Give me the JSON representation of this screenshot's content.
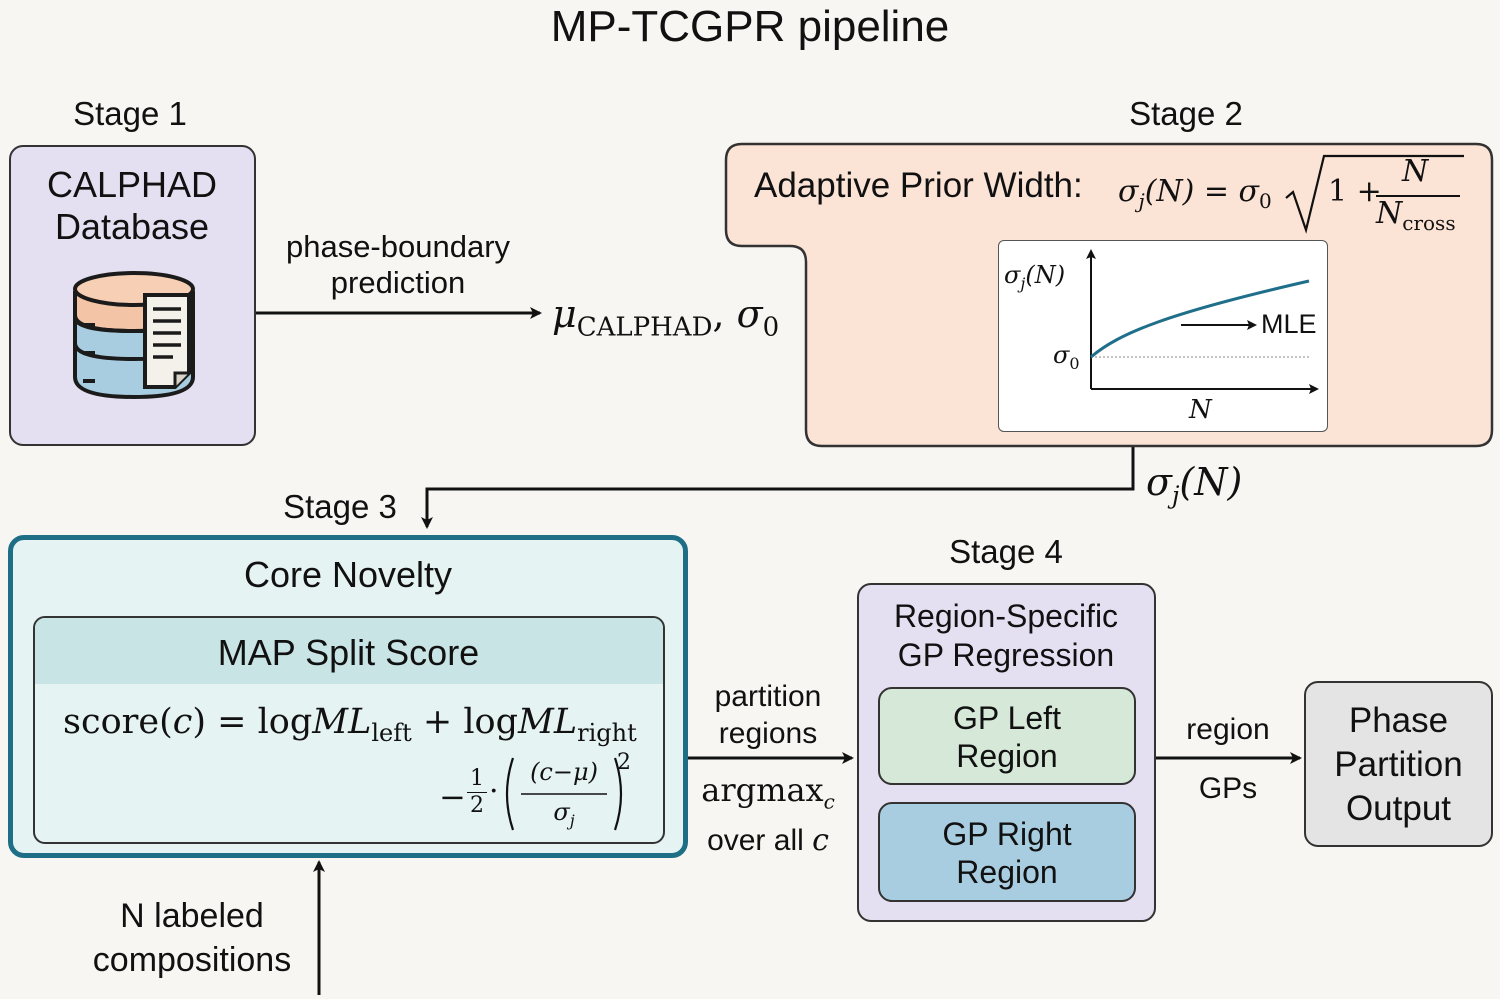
{
  "title": "MP-TCGPR pipeline",
  "stage1": {
    "label": "Stage 1",
    "box_line1": "CALPHAD",
    "box_line2": "Database",
    "icon": "database-document-icon",
    "fill": "#e4e0f2"
  },
  "edge_1_2": {
    "label_line1": "phase-boundary",
    "label_line2": "prediction",
    "output_mu": "μ",
    "output_mu_sub": "CALPHAD",
    "output_sep": ", ",
    "output_sigma": "σ",
    "output_sigma_sub": "0"
  },
  "stage2": {
    "label": "Stage 2",
    "heading": "Adaptive Prior Width:",
    "formula_lhs": "σ",
    "formula_lhs_sub": "j",
    "formula_lhs_arg": "(N) = σ",
    "formula_lhs_arg_sub": "0",
    "formula_one_plus": "1 +",
    "formula_num": "N",
    "formula_den": "N",
    "formula_den_sub": "cross",
    "fill": "#fbe3d6",
    "inset": {
      "y_axis_label": "σ",
      "y_axis_label_sub": "j",
      "y_axis_label_arg": "(N)",
      "baseline_label": "σ",
      "baseline_label_sub": "0",
      "x_axis_label": "N",
      "arrow_label": "MLE",
      "curve_color": "#1f6f8b"
    }
  },
  "edge_2_3": {
    "label": "σ",
    "label_sub": "j",
    "label_arg": "(N)"
  },
  "stage3": {
    "label": "Stage 3",
    "heading": "Core Novelty",
    "inner_heading": "MAP Split Score",
    "formula_line1_a": "score(",
    "formula_line1_c": "c",
    "formula_line1_b": ") = log",
    "formula_ml_left": "ML",
    "formula_ml_left_sub": "left",
    "formula_plus_log": " + log",
    "formula_ml_right": "ML",
    "formula_ml_right_sub": "right",
    "formula_line2_minus": "−",
    "formula_half_num": "1",
    "formula_half_den": "2",
    "formula_dot": "·",
    "formula_frac_num": "(c−μ)",
    "formula_frac_den": "σ",
    "formula_frac_den_sub": "j",
    "formula_exp": "2",
    "border_color": "#1e6f86",
    "fill": "#e6f3f3",
    "inner_header_fill": "#c8e4e4"
  },
  "input": {
    "line1": "N labeled",
    "line2": "compositions"
  },
  "edge_3_4": {
    "above_line1": "partition",
    "above_line2": "regions",
    "below_argmax": "argmax",
    "below_argmax_sub": "c",
    "below_line2": "over all",
    "below_line2_var": "c"
  },
  "stage4": {
    "label": "Stage 4",
    "heading_line1": "Region-Specific",
    "heading_line2": "GP Regression",
    "left_line1": "GP Left",
    "left_line2": "Region",
    "right_line1": "GP Right",
    "right_line2": "Region",
    "fill": "#e4e0f2",
    "left_fill": "#d6e9d9",
    "right_fill": "#a9cde0"
  },
  "edge_4_out": {
    "above": "region",
    "below": "GPs"
  },
  "output": {
    "line1": "Phase",
    "line2": "Partition",
    "line3": "Output",
    "fill": "#e4e4e4"
  }
}
